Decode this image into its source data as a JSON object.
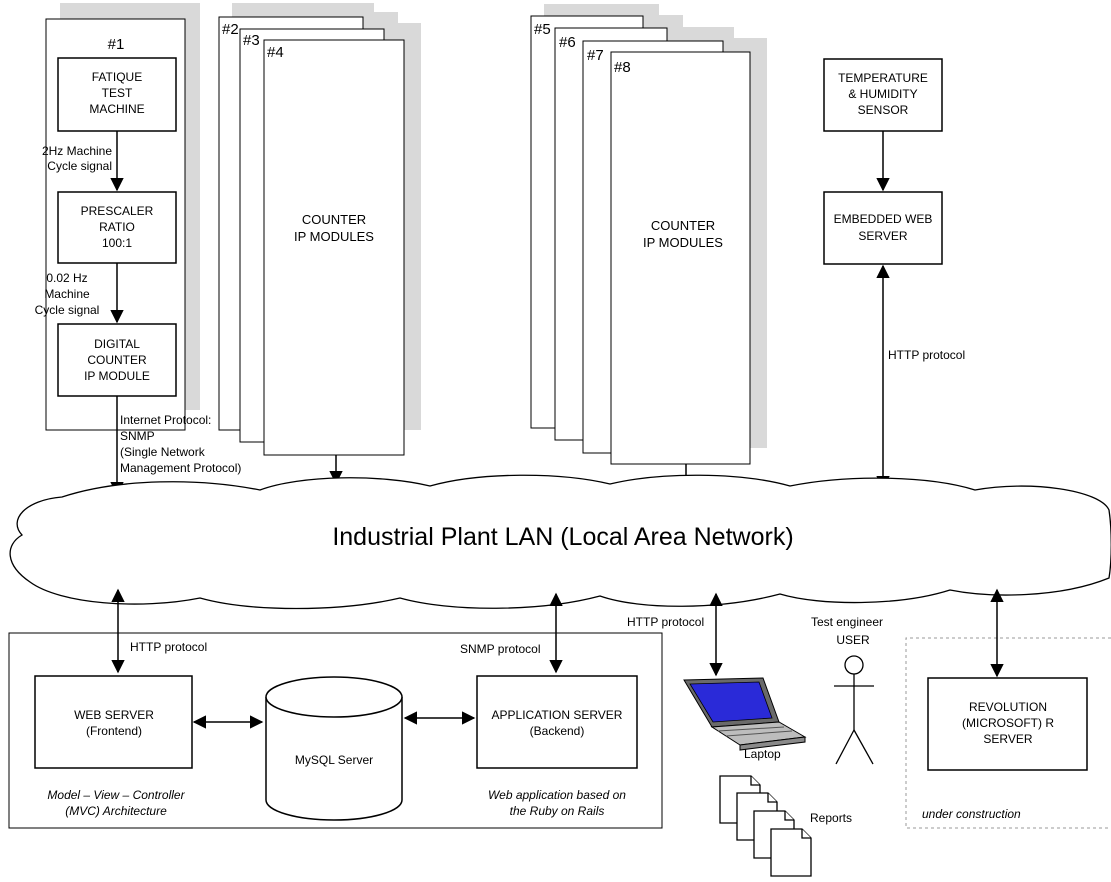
{
  "module1": {
    "id": "#1",
    "fatigue": [
      "FATIQUE",
      "TEST",
      "MACHINE"
    ],
    "signal_2hz": [
      "2Hz Machine",
      "Cycle signal"
    ],
    "prescaler": [
      "PRESCALER",
      "RATIO",
      "100:1"
    ],
    "signal_002hz": [
      "0.02 Hz",
      "Machine",
      "Cycle signal"
    ],
    "counter": [
      "DIGITAL",
      "COUNTER",
      "IP MODULE"
    ]
  },
  "snmp_label": [
    "Internet Protocol:",
    "SNMP",
    "(Single Network",
    " Management Protocol)"
  ],
  "stack_a": {
    "ids": [
      "#2",
      "#3",
      "#4"
    ],
    "label": [
      "COUNTER",
      "IP MODULES"
    ]
  },
  "stack_b": {
    "ids": [
      "#5",
      "#6",
      "#7",
      "#8"
    ],
    "label": [
      "COUNTER",
      "IP MODULES"
    ]
  },
  "sensor": [
    "TEMPERATURE",
    "& HUMIDITY",
    "SENSOR"
  ],
  "embedded": [
    "EMBEDDED WEB",
    "SERVER"
  ],
  "http_right": "HTTP protocol",
  "lan": "Industrial Plant LAN (Local Area Network)",
  "mvc": {
    "http": "HTTP protocol",
    "snmp": "SNMP protocol",
    "web_server": [
      "WEB SERVER",
      "(Frontend)"
    ],
    "mysql": "MySQL Server",
    "app_server": [
      "APPLICATION SERVER",
      "(Backend)"
    ],
    "arch_note": [
      "Model – View – Controller",
      "(MVC) Architecture"
    ],
    "rails_note": [
      "Web application based on",
      "the Ruby on Rails"
    ]
  },
  "laptop": {
    "http": "HTTP protocol",
    "label": "Laptop"
  },
  "user": {
    "role": "Test engineer",
    "label": "USER"
  },
  "reports": "Reports",
  "revolution": {
    "label": [
      "REVOLUTION",
      "(MICROSOFT) R",
      "SERVER"
    ],
    "note": "under construction"
  }
}
